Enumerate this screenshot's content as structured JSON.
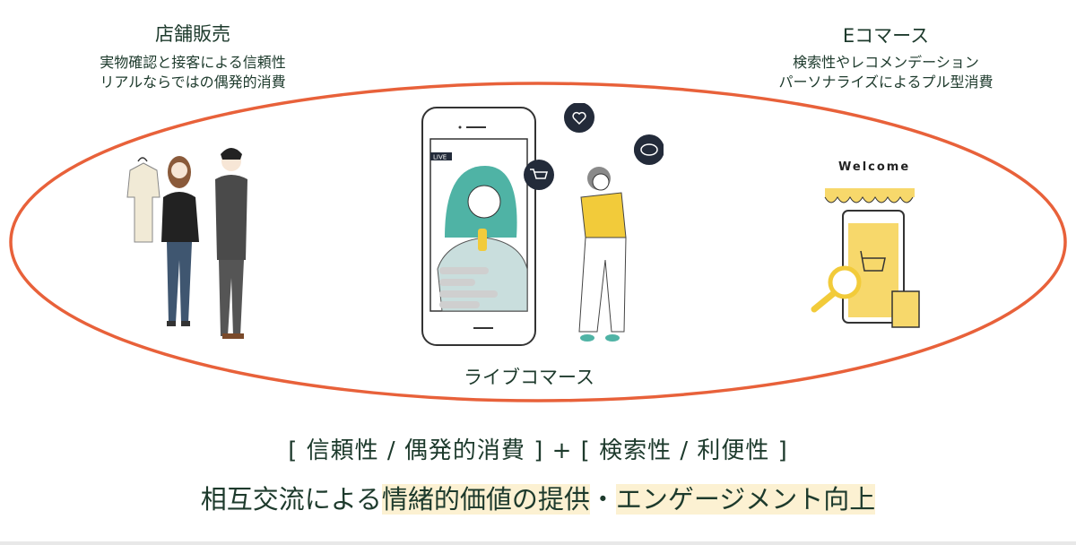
{
  "store": {
    "title": "店舗販売",
    "lines": [
      "実物確認と接客による信頼性",
      "リアルならではの偶発的消費"
    ]
  },
  "ecommerce": {
    "title": "Eコマース",
    "lines": [
      "検索性やレコメンデーション",
      "パーソナライズによるプル型消費"
    ],
    "welcome": "Welcome"
  },
  "live": {
    "title": "ライブコマース",
    "badge": "LIVE"
  },
  "summary": {
    "line1": "[ 信頼性 / 偶発的消費 ] + [ 検索性 / 利便性 ]",
    "line2_plain": "相互交流による",
    "line2_hl1": "情緒的価値の提供",
    "line2_sep": "・",
    "line2_hl2": "エンゲージメント向上"
  },
  "colors": {
    "ellipse": "#e8613a",
    "text": "#1d3a2c",
    "highlight": "#fcf1d2",
    "yellow": "#f7d86b",
    "teal": "#4fb3a5",
    "navy": "#232b3a"
  }
}
